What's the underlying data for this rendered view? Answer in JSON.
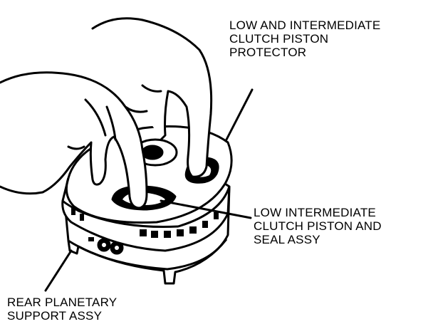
{
  "labels": {
    "protector": {
      "line1": "LOW AND INTERMEDIATE",
      "line2": "CLUTCH PISTON",
      "line3": "PROTECTOR"
    },
    "piston_seal": {
      "line1": "LOW INTERMEDIATE",
      "line2": "CLUTCH PISTON AND",
      "line3": "SEAL ASSY"
    },
    "support": {
      "line1": "REAR PLANETARY",
      "line2": "SUPPORT ASSY"
    }
  },
  "colors": {
    "ink": "#000000",
    "paper": "#ffffff"
  },
  "icons": {
    "hands": "hands-illustration",
    "assembly": "clutch-assembly-illustration"
  }
}
